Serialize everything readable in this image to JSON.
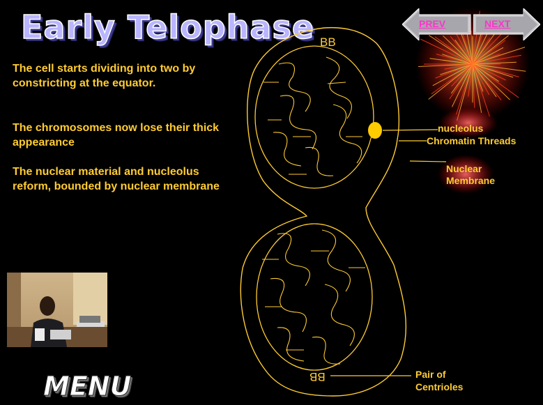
{
  "slide": {
    "title": "Early Telophase",
    "paragraphs": [
      "The cell starts dividing into two by  constricting at the equator.",
      "The chromosomes now  lose their thick appearance",
      "The nuclear material and nucleolus reform, bounded by nuclear membrane"
    ]
  },
  "navigation": {
    "prev_label": "PREV",
    "next_label": "NEXT",
    "menu_label": "MENU"
  },
  "diagram": {
    "centriole_top": "BB",
    "centriole_bottom": "BB",
    "labels": {
      "nucleolus": "nucleolus",
      "chromatin": "Chromatin Threads",
      "nuclear_membrane_1": "Nuclear",
      "nuclear_membrane_2": "Membrane",
      "centrioles_1": "Pair of",
      "centrioles_2": "Centrioles"
    }
  },
  "colors": {
    "background": "#000000",
    "text": "#ffcc33",
    "link": "#ff33cc",
    "title_fill": "#b9b5ff"
  }
}
